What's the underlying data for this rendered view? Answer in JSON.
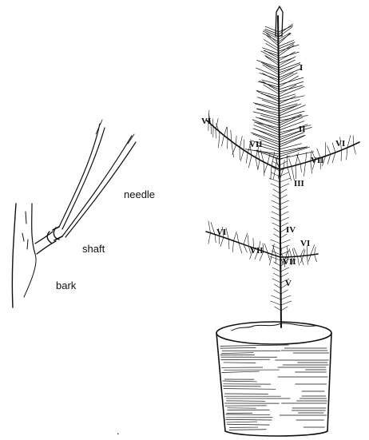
{
  "detail_labels": {
    "needle": "needle",
    "shaft": "shaft",
    "bark": "bark"
  },
  "tree_labels": {
    "l1": "I",
    "l2": "II",
    "l3": "III",
    "l4": "IV",
    "l5": "V",
    "l6a": "VI",
    "l6b": "VI",
    "l6c": "VI",
    "l6d": "VI",
    "l7a": "VII",
    "l7b": "VII",
    "l7c": "VII",
    "l7d": "VII"
  }
}
